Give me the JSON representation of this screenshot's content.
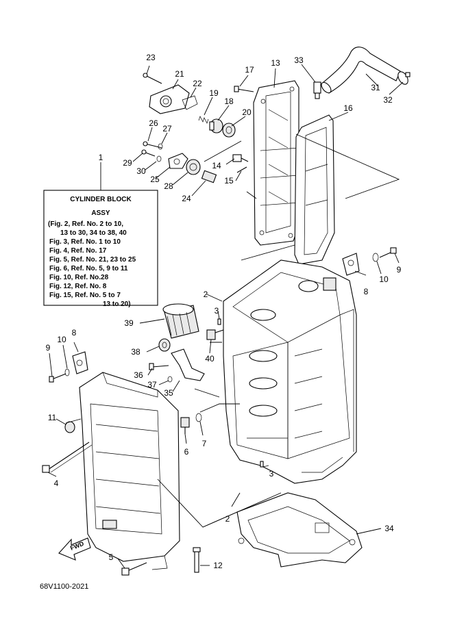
{
  "diagram_code": "68V1100-2021",
  "fwd_label": "FWD",
  "info_box": {
    "title": "CYLINDER BLOCK",
    "subtitle": "ASSY",
    "lines": [
      "(Fig. 2, Ref. No. 2 to 10,",
      "13 to 30, 34 to 38, 40",
      "Fig. 3, Ref. No. 1 to 10",
      "Fig. 4, Ref. No. 17",
      "Fig. 5, Ref. No. 21, 23 to 25",
      "Fig. 6, Ref. No. 5, 9 to 11",
      "Fig. 10, Ref. No.28",
      "Fig. 12, Ref. No. 8",
      "Fig. 15, Ref. No. 5 to 7",
      "13 to 20)"
    ]
  },
  "callouts": {
    "n1": "1",
    "n2a": "2",
    "n2b": "2",
    "n3a": "3",
    "n3b": "3",
    "n4": "4",
    "n5": "5",
    "n6": "6",
    "n7": "7",
    "n8a": "8",
    "n8b": "8",
    "n9a": "9",
    "n9b": "9",
    "n10a": "10",
    "n10b": "10",
    "n11": "11",
    "n12": "12",
    "n13": "13",
    "n14": "14",
    "n15": "15",
    "n16": "16",
    "n17": "17",
    "n18": "18",
    "n19": "19",
    "n20": "20",
    "n21": "21",
    "n22": "22",
    "n23": "23",
    "n24": "24",
    "n25": "25",
    "n26": "26",
    "n27": "27",
    "n28": "28",
    "n29": "29",
    "n30": "30",
    "n31": "31",
    "n32": "32",
    "n33": "33",
    "n34": "34",
    "n35": "35",
    "n36": "36",
    "n37": "37",
    "n38": "38",
    "n39": "39",
    "n40": "40"
  }
}
